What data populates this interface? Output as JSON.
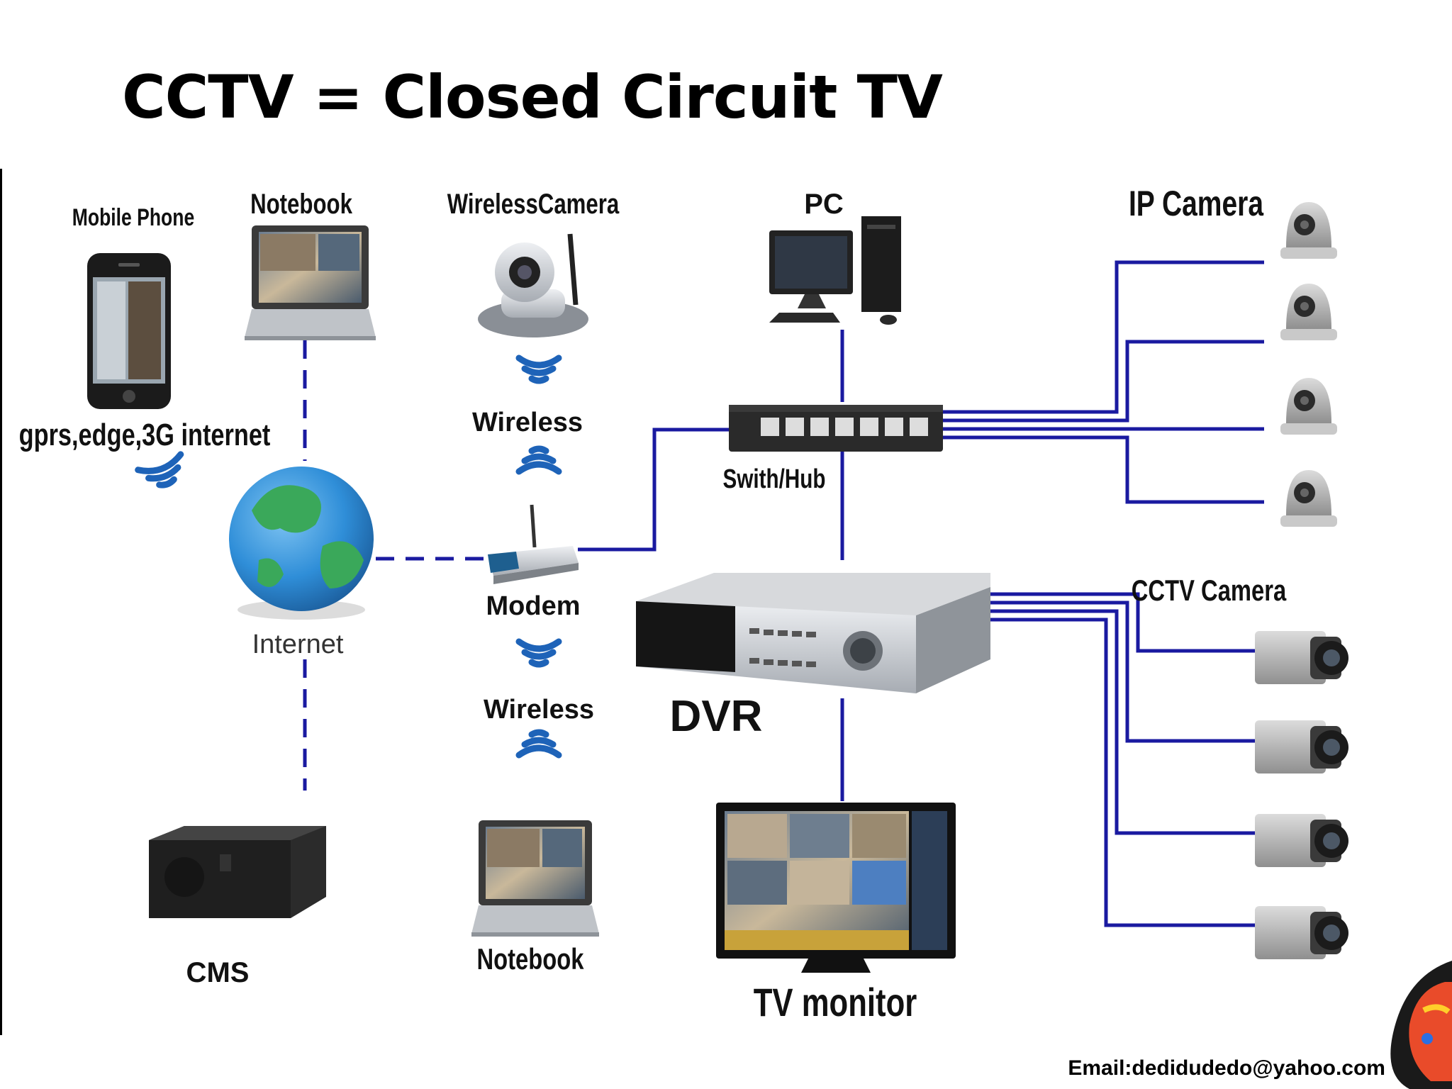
{
  "slide": {
    "title": "CCTV = Closed Circuit TV",
    "email": "Email:dedidudedo@yahoo.com"
  },
  "diagram": {
    "labels": {
      "mobile_phone": "Mobile Phone",
      "notebook_top": "Notebook",
      "wireless_camera": "WirelessCamera",
      "pc": "PC",
      "ip_camera": "IP Camera",
      "gprs": "gprs,edge,3G internet",
      "wireless_top": "Wireless",
      "switch_hub": "Swith/Hub",
      "internet": "Internet",
      "modem": "Modem",
      "cctv_camera": "CCTV Camera",
      "wireless_bottom": "Wireless",
      "dvr": "DVR",
      "cms": "CMS",
      "notebook_bottom": "Notebook",
      "tv_monitor": "TV monitor"
    },
    "colors": {
      "wire": "#1a1aa0",
      "dashed_link": "#1a1aa0",
      "wifi": "#1e63b8",
      "globe_ocean": "#2f8ed8",
      "globe_land": "#3aa85a"
    },
    "icons": [
      "phone-icon",
      "laptop-icon",
      "wireless-camera-icon",
      "pc-icon",
      "ip-camera-icon",
      "globe-icon",
      "modem-icon",
      "switch-icon",
      "dvr-icon",
      "cctv-camera-icon",
      "server-rack-icon",
      "tv-monitor-icon",
      "wifi-signal-icon",
      "avatar-icon"
    ]
  }
}
